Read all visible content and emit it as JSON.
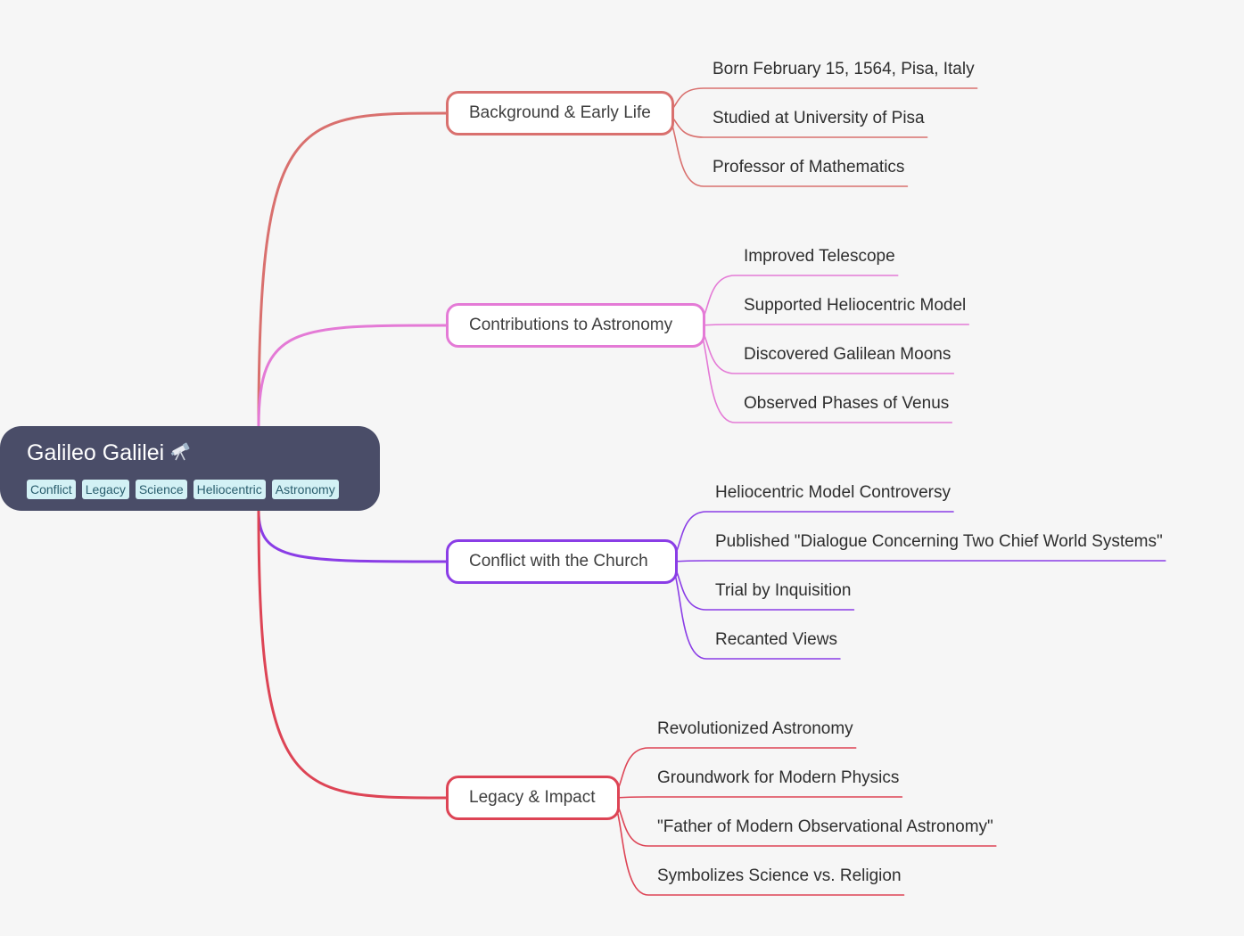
{
  "root": {
    "title": "Galileo Galilei",
    "icon": "telescope-icon",
    "tags": [
      "Conflict",
      "Legacy",
      "Science",
      "Heliocentric",
      "Astronomy"
    ],
    "color": "#4a4d68"
  },
  "branches": [
    {
      "label": "Background & Early Life",
      "color": "#d9706e",
      "children": [
        "Born February 15, 1564, Pisa, Italy",
        "Studied at University of Pisa",
        "Professor of Mathematics"
      ]
    },
    {
      "label": "Contributions to Astronomy",
      "color": "#e47ad6",
      "children": [
        "Improved Telescope",
        "Supported Heliocentric Model",
        "Discovered Galilean Moons",
        "Observed Phases of Venus"
      ]
    },
    {
      "label": "Conflict with the Church",
      "color": "#8a3de6",
      "children": [
        "Heliocentric Model Controversy",
        "Published \"Dialogue Concerning Two Chief World Systems\"",
        "Trial by Inquisition",
        "Recanted Views"
      ]
    },
    {
      "label": "Legacy & Impact",
      "color": "#dd4455",
      "children": [
        "Revolutionized Astronomy",
        "Groundwork for Modern Physics",
        "\"Father of Modern Observational Astronomy\"",
        "Symbolizes Science vs. Religion"
      ]
    }
  ]
}
